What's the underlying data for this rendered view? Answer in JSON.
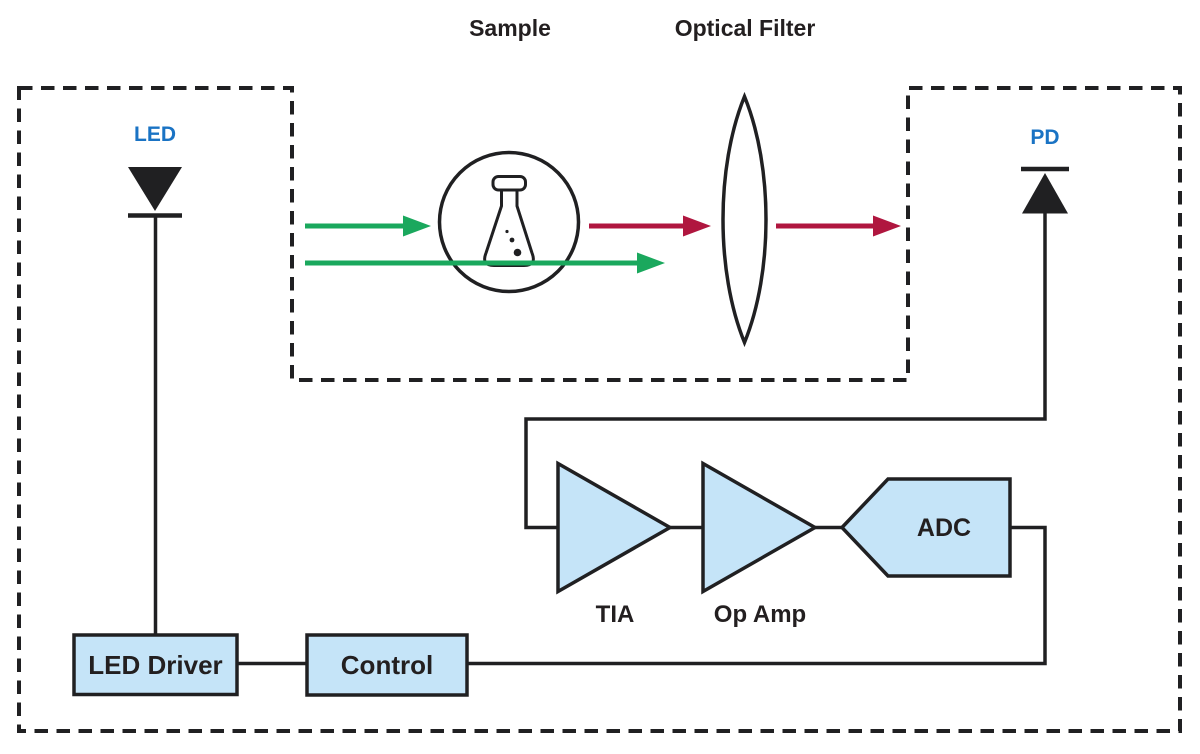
{
  "figure": {
    "top_labels": {
      "sample": "Sample",
      "optical_filter": "Optical Filter"
    },
    "emitter": {
      "label": "LED"
    },
    "detector": {
      "label": "PD"
    },
    "signal_chain": {
      "tia": "TIA",
      "op_amp": "Op Amp",
      "adc": "ADC"
    },
    "control_chain": {
      "led_driver": "LED Driver",
      "control": "Control"
    }
  },
  "colors": {
    "bg": "#ffffff",
    "line": "#202022",
    "text": "#231f20",
    "label_blue": "#1a73c4",
    "beam_green": "#1aa85d",
    "beam_red": "#b0163f",
    "block_fill": "#c5e4f8"
  }
}
